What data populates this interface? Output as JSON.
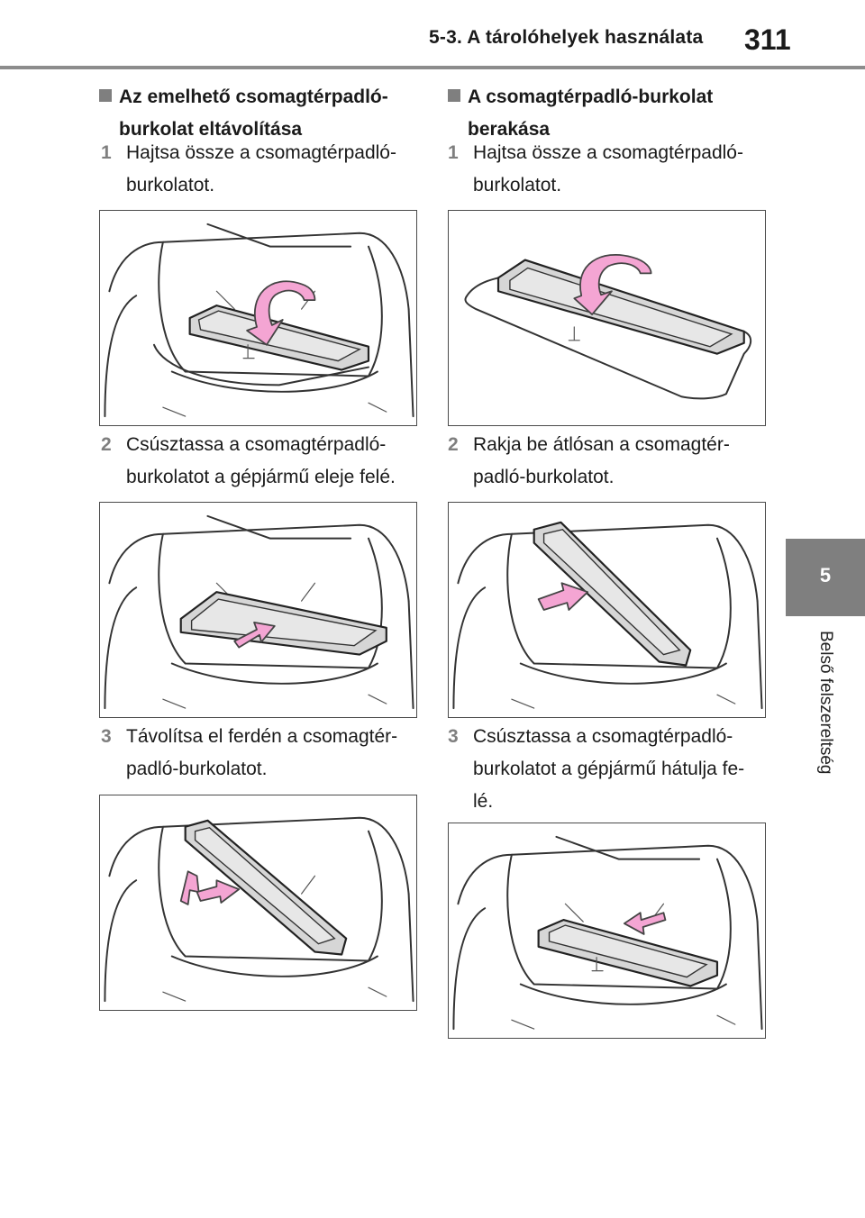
{
  "header": {
    "title": "5-3. A tárolóhelyek használata",
    "page_number": "311"
  },
  "side_tab": {
    "chapter_number": "5",
    "chapter_title": "Belső felszereltség"
  },
  "left": {
    "heading": {
      "line1": "Az emelhető csomagtérpadló-",
      "line2": "burkolat eltávolítása"
    },
    "steps": [
      {
        "num": "1",
        "line1": "Hajtsa össze a csomagtérpadló-",
        "line2": "burkolatot."
      },
      {
        "num": "2",
        "line1": "Csúsztassa a csomagtérpadló-",
        "line2": "burkolatot a gépjármű eleje felé."
      },
      {
        "num": "3",
        "line1": "Távolítsa el ferdén a csomagtér-",
        "line2": "padló-burkolatot."
      }
    ]
  },
  "right": {
    "heading": {
      "line1": "A csomagtérpadló-burkolat",
      "line2": "berakása"
    },
    "steps": [
      {
        "num": "1",
        "line1": "Hajtsa össze a csomagtérpadló-",
        "line2": "burkolatot."
      },
      {
        "num": "2",
        "line1": "Rakja be átlósan a csomagtér-",
        "line2": "padló-burkolatot."
      },
      {
        "num": "3",
        "line1": "Csúsztassa a csomagtérpadló-",
        "line2": "burkolatot a gépjármű hátulja fe-",
        "line3": "lé."
      }
    ]
  },
  "colors": {
    "accent_gray": "#7f7f7f",
    "arrow_pink": "#f4a5d3",
    "panel_gray": "#d6d6d6"
  },
  "figures": [
    {
      "id": "left-1",
      "content": "fold-panel",
      "arrow": "curved-arrow-icon"
    },
    {
      "id": "left-2",
      "content": "slide-forward",
      "arrow": "straight-arrow-icon"
    },
    {
      "id": "left-3",
      "content": "remove-diagonal",
      "arrow": "double-arrow-icon"
    },
    {
      "id": "right-1",
      "content": "fold-panel",
      "arrow": "curved-arrow-icon"
    },
    {
      "id": "right-2",
      "content": "insert-diagonal",
      "arrow": "straight-arrow-icon"
    },
    {
      "id": "right-3",
      "content": "slide-rearward",
      "arrow": "straight-arrow-icon"
    }
  ]
}
